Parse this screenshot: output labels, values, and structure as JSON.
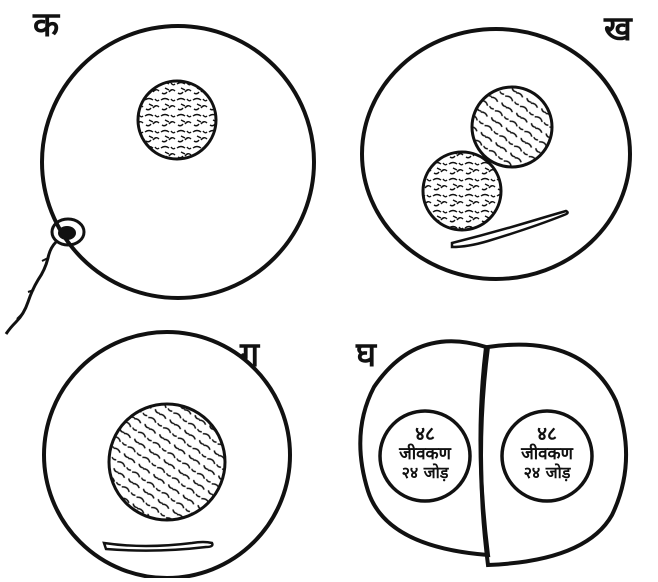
{
  "panels": [
    {
      "label": "क"
    },
    {
      "label": "ख"
    },
    {
      "label": "ग"
    },
    {
      "label": "घ",
      "cells": [
        {
          "count": "४८",
          "word": "जीवकण",
          "pairs": "२४ जोड़"
        },
        {
          "count": "४८",
          "word": "जीवकण",
          "pairs": "२४ जोड़"
        }
      ]
    }
  ],
  "colors": {
    "ink": "#111111",
    "paper": "#ffffff"
  }
}
